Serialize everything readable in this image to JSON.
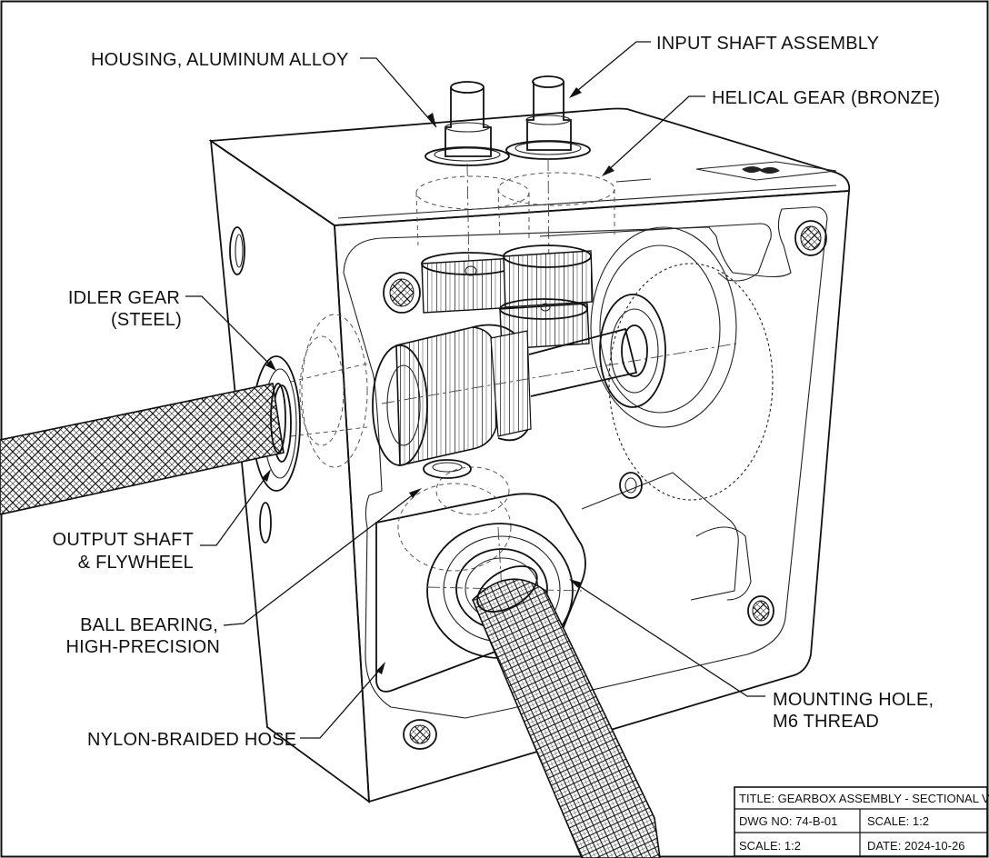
{
  "callouts": {
    "housing": "HOUSING, ALUMINUM ALLOY",
    "input_shaft": "INPUT SHAFT ASSEMBLY",
    "helical_gear": "HELICAL GEAR (BRONZE)",
    "idler_gear_line1": "IDLER GEAR",
    "idler_gear_line2": "(STEEL)",
    "output_shaft_line1": "OUTPUT SHAFT",
    "output_shaft_line2": "& FLYWHEEL",
    "ball_bearing_line1": "BALL BEARING,",
    "ball_bearing_line2": "HIGH-PRECISION",
    "hose": "NYLON-BRAIDED HOSE",
    "mounting_hole_line1": "MOUNTING HOLE,",
    "mounting_hole_line2": "M6 THREAD"
  },
  "title_block": {
    "title": "TITLE: GEARBOX ASSEMBLY - SECTIONAL VIEW",
    "dwg_no": "DWG NO: 74-B-01",
    "scale_a": "SCALE: 1:2",
    "scale_b": "SCALE: 1:2",
    "date": "DATE: 2024-10-26"
  },
  "colors": {
    "ink": "#111111",
    "paper": "#ffffff"
  }
}
